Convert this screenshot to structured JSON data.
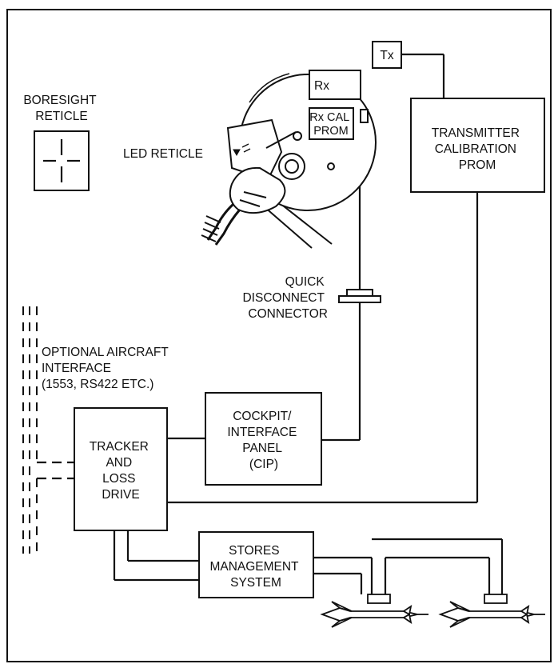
{
  "labels": {
    "tx": "Tx",
    "transmitter_calibration_prom": [
      "TRANSMITTER",
      "CALIBRATION",
      "PROM"
    ],
    "boresight_reticle": [
      "BORESIGHT",
      "RETICLE"
    ],
    "led_reticle": "LED RETICLE",
    "rx": "Rx",
    "rx_cal_prom": [
      "Rx CAL",
      "PROM"
    ],
    "quick_disconnect_connector": [
      "QUICK",
      "DISCONNECT",
      "CONNECTOR"
    ],
    "optional_aircraft_interface": [
      "OPTIONAL AIRCRAFT",
      "INTERFACE",
      "(1553, RS422 ETC.)"
    ],
    "cockpit_interface_panel": [
      "COCKPIT/",
      "INTERFACE",
      "PANEL",
      "(CIP)"
    ],
    "tracker_and_loss_drive": [
      "TRACKER",
      "AND",
      "LOSS",
      "DRIVE"
    ],
    "stores_management_system": [
      "STORES",
      "MANAGEMENT",
      "SYSTEM"
    ]
  }
}
